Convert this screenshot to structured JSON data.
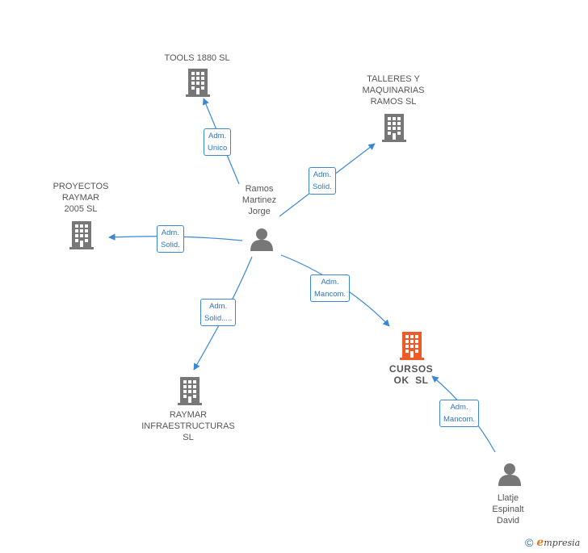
{
  "colors": {
    "edge": "#3a87d6",
    "company": "#777777",
    "focus": "#f05a28",
    "person": "#777777"
  },
  "nodes": {
    "tools": {
      "lines": [
        "TOOLS 1880 SL"
      ],
      "icon": "building-icon"
    },
    "talleres": {
      "lines": [
        "TALLERES Y",
        "MAQUINARIAS",
        "RAMOS SL"
      ],
      "icon": "building-icon"
    },
    "proyectos": {
      "lines": [
        "PROYECTOS",
        "RAYMAR",
        "2005 SL"
      ],
      "icon": "building-icon"
    },
    "ramos": {
      "lines": [
        "Ramos",
        "Martinez",
        "Jorge"
      ],
      "icon": "person-icon"
    },
    "cursos": {
      "lines": [
        "CURSOS",
        "OK  SL"
      ],
      "icon": "building-icon"
    },
    "raymar": {
      "lines": [
        "RAYMAR",
        "INFRAESTRUCTURAS",
        "SL"
      ],
      "icon": "building-icon"
    },
    "llatje": {
      "lines": [
        "Llatje",
        "Espinalt",
        "David"
      ],
      "icon": "person-icon"
    }
  },
  "edges": {
    "tools": [
      "Adm.",
      "Unico"
    ],
    "talleres": [
      "Adm.",
      "Solid."
    ],
    "proyectos": [
      "Adm.",
      "Solid."
    ],
    "cursos_ramos": [
      "Adm.",
      "Mancom."
    ],
    "raymar": [
      "Adm.",
      "Solid....."
    ],
    "cursos_llatje": [
      "Adm.",
      "Mancom."
    ]
  },
  "footer": {
    "copyright": "©",
    "brand_initial": "e",
    "brand_rest": "mpresia"
  }
}
